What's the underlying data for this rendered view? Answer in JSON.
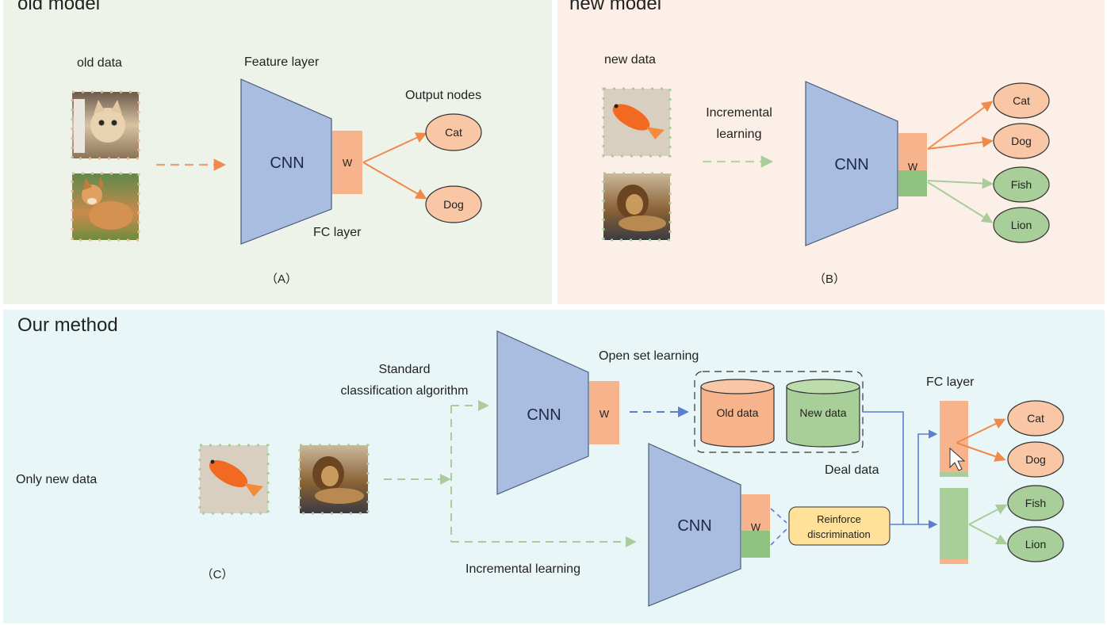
{
  "panels": {
    "a": {
      "title": "old model",
      "caption": "（A）",
      "data_label": "old data",
      "feature_layer_label": "Feature layer",
      "output_nodes_label": "Output nodes",
      "fc_label": "FC layer",
      "cnn_label": "CNN",
      "w_label": "W",
      "outputs": [
        "Cat",
        "Dog"
      ],
      "images": [
        "cat-photo",
        "dog-photo"
      ]
    },
    "b": {
      "title": "new model",
      "caption": "（B）",
      "data_label": "new data",
      "arrow_label_line1": "Incremental",
      "arrow_label_line2": "learning",
      "cnn_label": "CNN",
      "w_label": "W",
      "outputs": [
        "Cat",
        "Dog",
        "Fish",
        "Lion"
      ],
      "images": [
        "fish-photo",
        "lion-photo"
      ]
    },
    "c": {
      "title": "Our method",
      "caption": "（C）",
      "only_new_data_label": "Only new data",
      "standard_line1": "Standard",
      "standard_line2": "classification algorithm",
      "open_set_label": "Open set learning",
      "incremental_label": "Incremental learning",
      "deal_data_label": "Deal data",
      "fc_label": "FC layer",
      "cnn_top_label": "CNN",
      "cnn_bottom_label": "CNN",
      "w_top_label": "W",
      "w_bottom_label": "W",
      "old_db_label": "Old data",
      "new_db_label": "New data",
      "reinforce_line1": "Reinforce",
      "reinforce_line2": "discrimination",
      "outputs": [
        "Cat",
        "Dog",
        "Fish",
        "Lion"
      ],
      "images": [
        "fish-photo",
        "lion-photo"
      ]
    }
  },
  "colors": {
    "panel_a_bg": "#eef3ea",
    "panel_b_bg": "#fbefe7",
    "panel_c_bg": "#e9f6f8",
    "cnn": "#a9bde0",
    "orange": "#f7b48c",
    "green": "#a8cf9a",
    "reinforce": "#ffe19a",
    "arrow_orange": "#f08a4b",
    "arrow_green": "#a9cc9a",
    "arrow_blue": "#5b7fd0"
  }
}
